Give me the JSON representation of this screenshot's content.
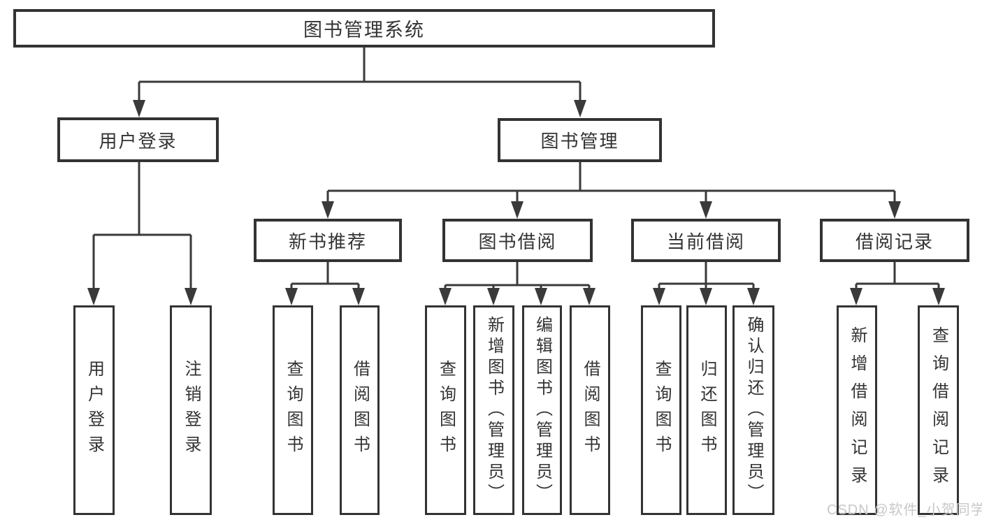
{
  "tree": {
    "root": "图书管理系统",
    "branches": [
      {
        "label": "用户登录",
        "children": [
          {
            "label": "用户登录"
          },
          {
            "label": "注销登录"
          }
        ]
      },
      {
        "label": "图书管理",
        "children": [
          {
            "label": "新书推荐",
            "children": [
              {
                "label": "查询图书"
              },
              {
                "label": "借阅图书"
              }
            ]
          },
          {
            "label": "图书借阅",
            "children": [
              {
                "label": "查询图书"
              },
              {
                "label": "新增图书（管理员）"
              },
              {
                "label": "编辑图书（管理员）"
              },
              {
                "label": "借阅图书"
              }
            ]
          },
          {
            "label": "当前借阅",
            "children": [
              {
                "label": "查询图书"
              },
              {
                "label": "归还图书"
              },
              {
                "label": "确认归还（管理员）"
              }
            ]
          },
          {
            "label": "借阅记录",
            "children": [
              {
                "label": "新增借阅记录"
              },
              {
                "label": "查询借阅记录"
              }
            ]
          }
        ]
      }
    ]
  },
  "watermark": "CSDN @软件_小贺同学",
  "colors": {
    "line": "#3a3a3a",
    "border": "#333333",
    "text": "#333333",
    "watermark": "#c8c8c8",
    "background": "#ffffff"
  }
}
